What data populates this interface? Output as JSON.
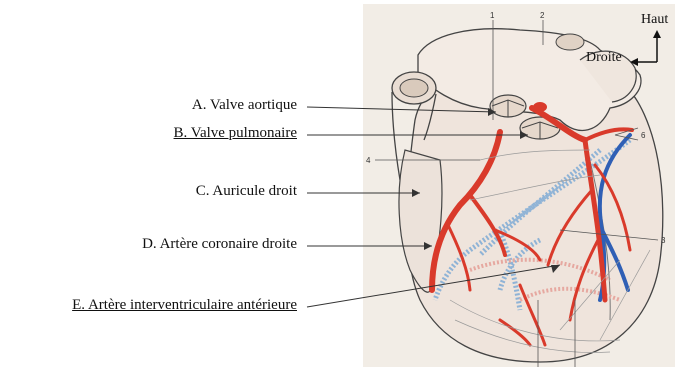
{
  "labels": {
    "a": "A. Valve aortique",
    "b": "B. Valve pulmonaire",
    "c": "C. Auricule droit",
    "d": "D. Artère coronaire droite",
    "e": "E. Artère interventriculaire antérieure"
  },
  "orientation": {
    "up": "Haut",
    "right": "Droite"
  },
  "numbers": {
    "n1": "1",
    "n2": "2",
    "n3": "3",
    "n4": "4",
    "n6": "6"
  },
  "colors": {
    "artery": "#d93a2b",
    "vein": "#2f5fb5",
    "lymph": "#8fb3d6",
    "outline": "#444444",
    "paper": "#f3eee8"
  }
}
